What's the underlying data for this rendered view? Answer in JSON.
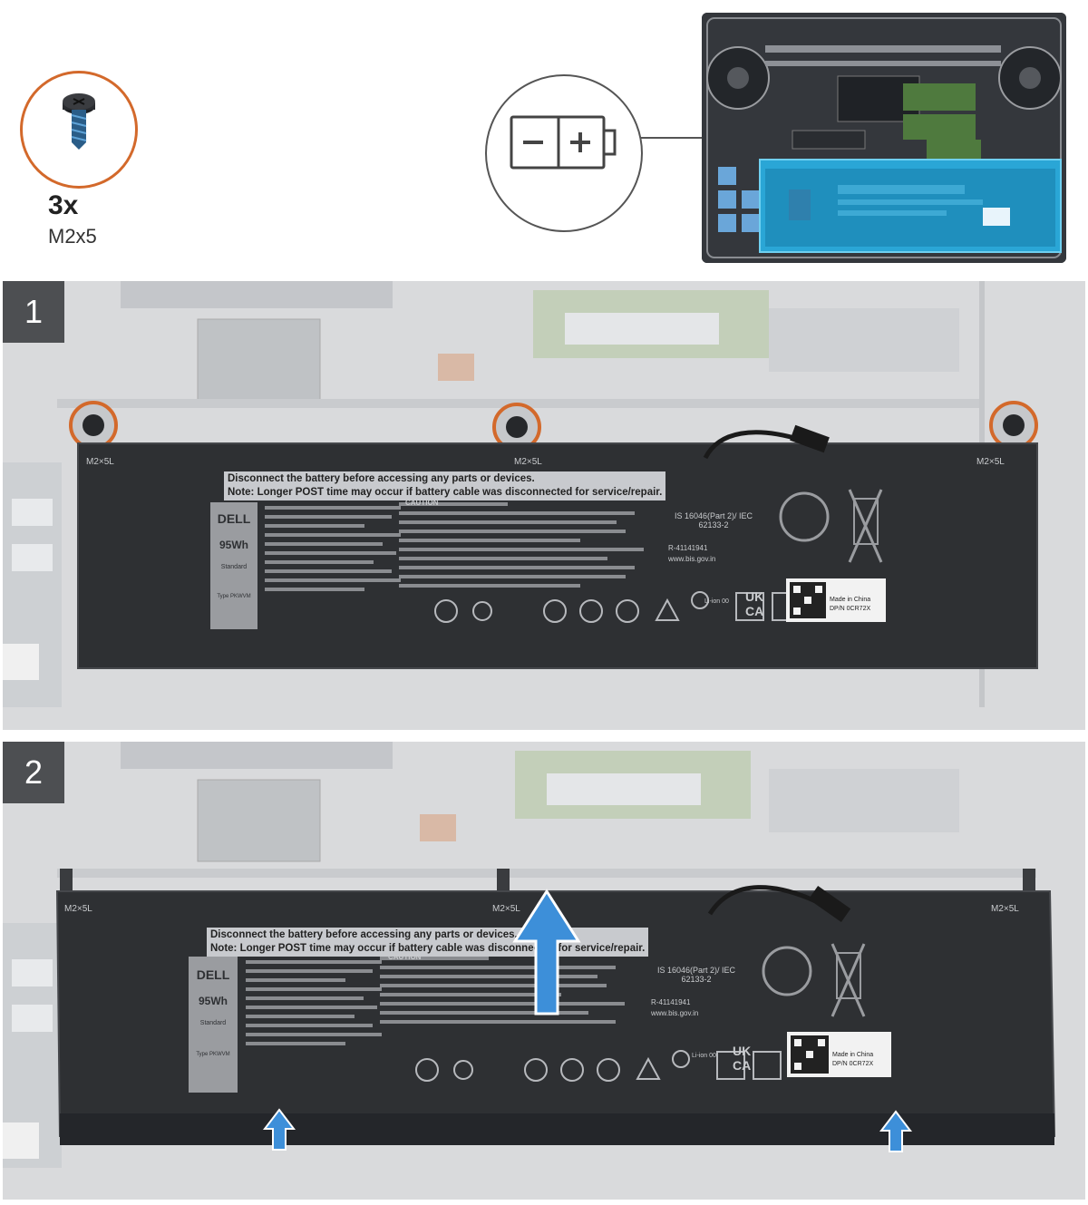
{
  "legend": {
    "screw_quantity": "3x",
    "screw_spec": "M2x5"
  },
  "steps": [
    {
      "number": "1"
    },
    {
      "number": "2"
    }
  ],
  "battery_label": {
    "screw_mark": "M2×5L",
    "warning_line1": "Disconnect the battery before accessing any parts or devices.",
    "warning_line2": "Note: Longer POST time may occur if battery cable was disconnected for service/repair.",
    "brand": "DELL",
    "capacity": "95Wh",
    "type": "Standard",
    "type_code": "Type PKWVM",
    "kc_code": "R-41141941",
    "bis_url": "www.bis.gov.in",
    "is_standard": "IS 16046(Part 2)/ IEC 62133-2",
    "caution": "CAUTION",
    "made_in": "Made in China",
    "dpn": "DP/N 0CR72X",
    "ukca": "UK CA",
    "li_ion": "Li-ion 00"
  },
  "colors": {
    "screw_circle": "#d3692b",
    "arrow": "#3d8fd9",
    "battery": "#2e3033",
    "panel_bg": "#d9dadc",
    "badge": "#4d4f52"
  }
}
